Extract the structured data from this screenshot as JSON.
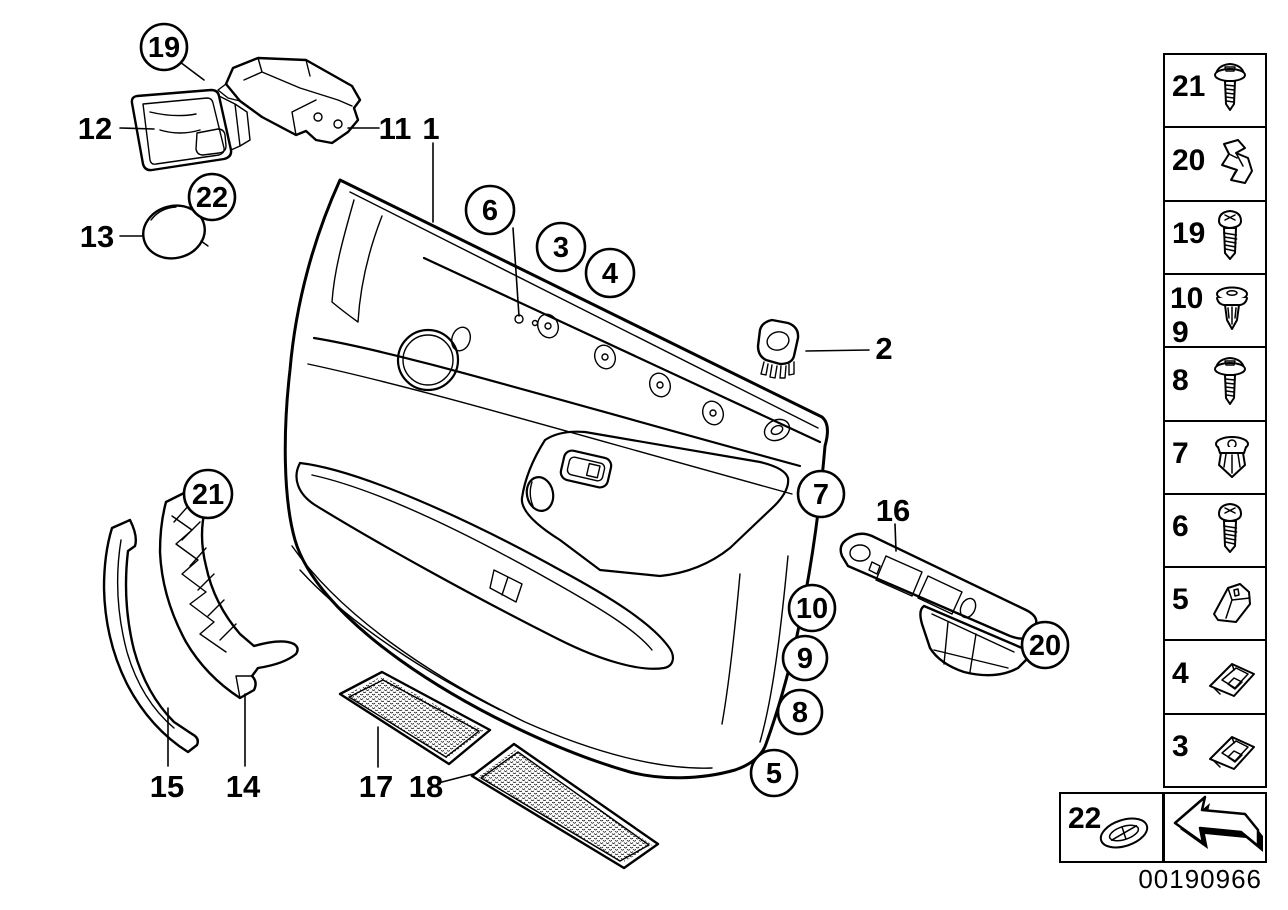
{
  "meta": {
    "doc_number": "00190966"
  },
  "drawing": {
    "callouts": {
      "c19": "19",
      "c22": "22",
      "c21": "21",
      "c6": "6",
      "c3": "3",
      "c4": "4",
      "c7": "7",
      "c10": "10",
      "c9": "9",
      "c8": "8",
      "c5": "5",
      "c20": "20"
    },
    "labels": {
      "l1": "1",
      "l2": "2",
      "l11": "11",
      "l12": "12",
      "l13": "13",
      "l14": "14",
      "l15": "15",
      "l16": "16",
      "l17": "17",
      "l18": "18"
    }
  },
  "legend": {
    "rows": [
      {
        "num": "21",
        "icon": "screw-icon"
      },
      {
        "num": "20",
        "icon": "sheet-metal-clip-icon"
      },
      {
        "num": "19",
        "icon": "screw-icon"
      },
      {
        "num": "10",
        "num2": "9",
        "icon": "expanding-rivet-icon"
      },
      {
        "num": "8",
        "icon": "screw-icon"
      },
      {
        "num": "7",
        "icon": "expanding-nut-icon"
      },
      {
        "num": "6",
        "icon": "screw-icon"
      },
      {
        "num": "5",
        "icon": "wedge-clip-icon"
      },
      {
        "num": "4",
        "icon": "panel-clip-icon"
      },
      {
        "num": "3",
        "icon": "panel-clip-icon"
      }
    ],
    "grommet_row": {
      "num": "22",
      "icon": "grommet-icon"
    },
    "arrow_icon": "direction-arrow-icon"
  }
}
